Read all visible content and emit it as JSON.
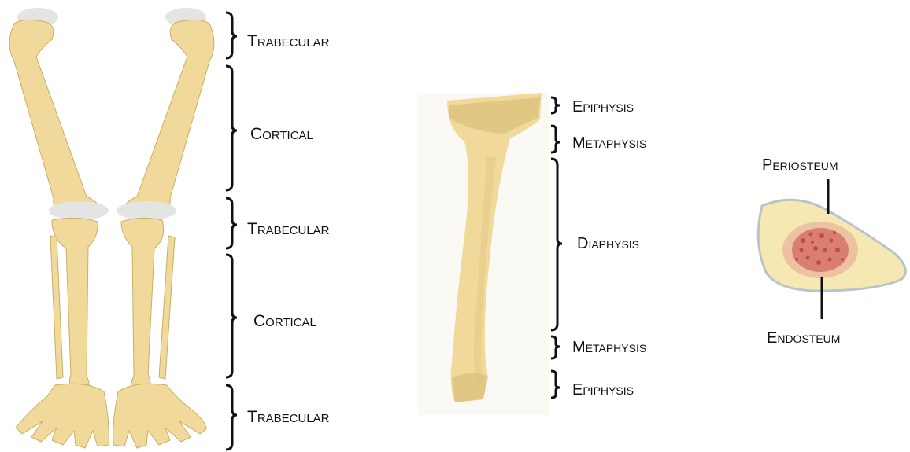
{
  "legs_labels": {
    "top": "Trabecular",
    "upper_mid": "Cortical",
    "knee": "Trabecular",
    "lower_mid": "Cortical",
    "bottom": "Trabecular"
  },
  "bone_labels": {
    "epiphysis_top": "Epiphysis",
    "metaphysis_top": "Metaphysis",
    "diaphysis": "Diaphysis",
    "metaphysis_bottom": "Metaphysis",
    "epiphysis_bottom": "Epiphysis"
  },
  "section_labels": {
    "outer": "Periosteum",
    "inner": "Endosteum"
  },
  "colors": {
    "bone": "#f0d99a",
    "bone_shadow": "#d6bd78",
    "bone_outline": "#c9ae64",
    "cartilage": "#e4e4e2",
    "section_fill": "#f5e8b3",
    "section_edge": "#b9c4c8",
    "marrow": "#c44a45",
    "marrow_light": "#e8b69a",
    "bracket": "#111111"
  }
}
